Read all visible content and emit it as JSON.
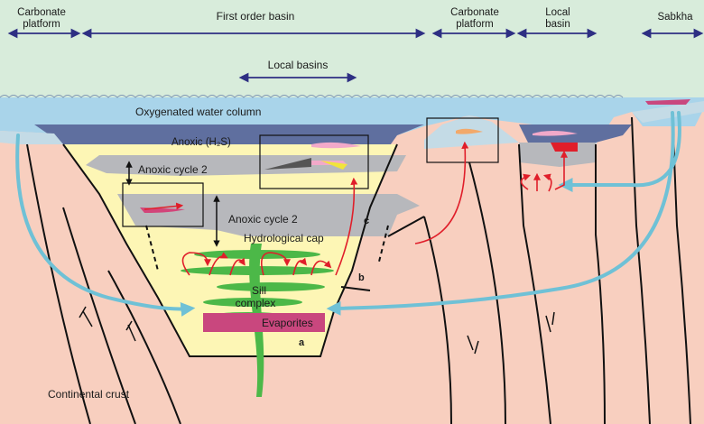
{
  "colors": {
    "sky": "#d8ecdb",
    "water_oxygenated": "#a9d4ea",
    "water_anoxic": "#5f6f9f",
    "anoxic_grey": "#b7b8bc",
    "crust": "#f8cfbf",
    "basin_fill_yellow": "#fdf6b5",
    "sill_green": "#4cb848",
    "evaporites": "#c9477e",
    "arrow_blue": "#6fc1d6",
    "arrow_red": "#e01e2a",
    "arrow_navy": "#2e2f83",
    "pink_lens": "#f2a9c9",
    "orange_lens": "#f2a96b"
  },
  "top_labels": {
    "carbonate_platform_left": [
      "Carbonate",
      "platform"
    ],
    "first_order_basin": "First order basin",
    "carbonate_platform_right": [
      "Carbonate",
      "platform"
    ],
    "local_basin": [
      "Local",
      "basin"
    ],
    "sabkha": "Sabkha",
    "local_basins": "Local basins"
  },
  "water_labels": {
    "oxygenated": "Oxygenated water column",
    "anoxic_h2s": "Anoxic (H₂S)"
  },
  "layer_labels": {
    "anoxic_cycle_upper": "Anoxic cycle 2",
    "anoxic_cycle_lower": "Anoxic cycle 2",
    "hydrological_cap": "Hydrological cap",
    "sill_complex": [
      "Sill",
      "complex"
    ],
    "evaporites": "Evaporites",
    "continental_crust": "Continental crust"
  },
  "unit_letters": {
    "a": "a",
    "b": "b",
    "c": "c"
  }
}
